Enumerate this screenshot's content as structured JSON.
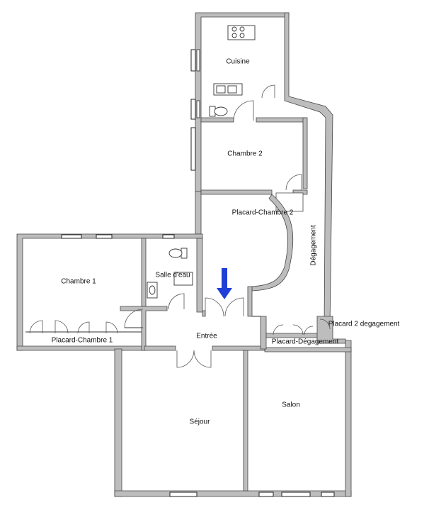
{
  "rooms": {
    "cuisine": "Cuisine",
    "chambre2": "Chambre 2",
    "placard_chambre2": "Placard-Chambre 2",
    "degagement": "Dégagement",
    "chambre1": "Chambre 1",
    "salle_deau": "Salle d'eau",
    "entree": "Entrée",
    "placard_chambre1": "Placard-Chambre 1",
    "placard2_degagement": "Placard 2 degagement",
    "placard_degagement": "Placard-Dégagement",
    "sejour": "Séjour",
    "salon": "Salon"
  },
  "colors": {
    "wall": "#bdbdbd",
    "arrow": "#1f3fd6"
  }
}
